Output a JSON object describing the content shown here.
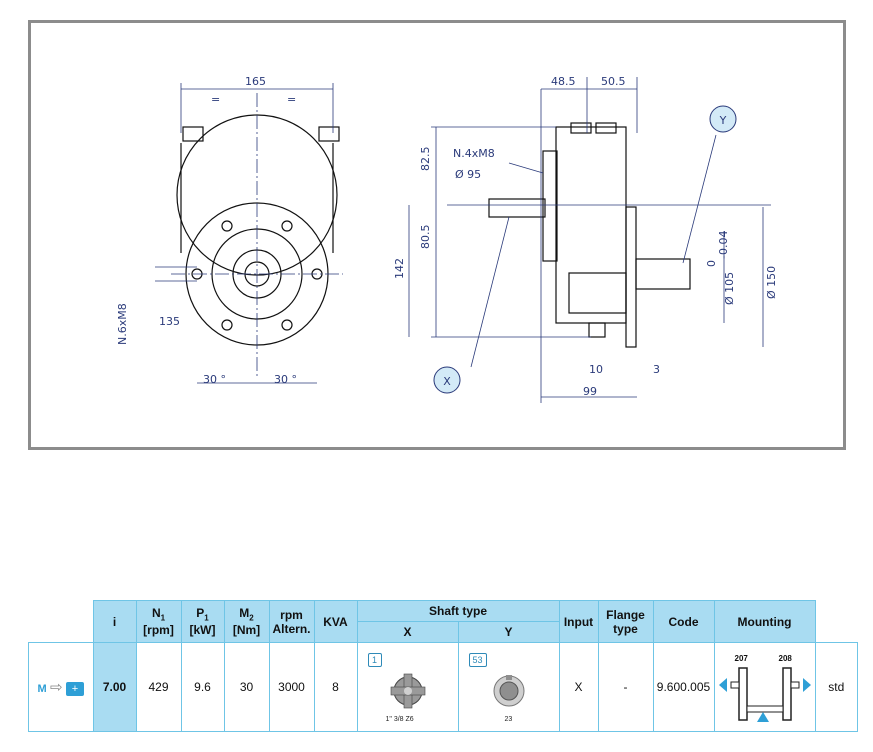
{
  "drawing": {
    "dims": {
      "width_165": "165",
      "eq_left": "=",
      "eq_right": "=",
      "bolt_circle": "135",
      "side_holes": "N.6xM8",
      "angle_left": "30 °",
      "angle_right": "30 °",
      "d_48_5": "48.5",
      "d_50_5": "50.5",
      "flange_holes": "N.4xM8",
      "dia_95": "Ø 95",
      "d_82_5": "82.5",
      "d_80_5": "80.5",
      "d_142": "142",
      "dia_105": "Ø 105",
      "tol_upper": "0",
      "tol_lower": "-0.04",
      "dia_150": "Ø 150",
      "d_10": "10",
      "d_3": "3",
      "d_99": "99"
    },
    "callouts": {
      "x": "X",
      "y": "Y"
    }
  },
  "table": {
    "headers": {
      "i": "i",
      "n1": "N",
      "n1_sub": "1",
      "n1_unit": "[rpm]",
      "p1": "P",
      "p1_sub": "1",
      "p1_unit": "[kW]",
      "m2": "M",
      "m2_sub": "2",
      "m2_unit": "[Nm]",
      "rpm": "rpm",
      "altern": "Altern.",
      "kva": "KVA",
      "shaft_type": "Shaft type",
      "x": "X",
      "y": "Y",
      "input": "Input",
      "flange_type": "Flange type",
      "code": "Code",
      "mounting": "Mounting"
    },
    "row": {
      "motor_label": "M",
      "ratio": "7.00",
      "n1": "429",
      "p1": "9.6",
      "m2": "30",
      "rpm": "3000",
      "kva": "8",
      "shaft_x_tag": "1",
      "shaft_x_caption": "1\" 3/8 Z6",
      "shaft_y_tag": "53",
      "shaft_y_caption": "23",
      "input": "X",
      "flange": "-",
      "code": "9.600.005",
      "mount_a": "207",
      "mount_b": "208",
      "std": "std"
    },
    "colors": {
      "header_bg": "#a9dcf2",
      "border": "#6fc5e6",
      "accent": "#2e9fd6"
    }
  }
}
